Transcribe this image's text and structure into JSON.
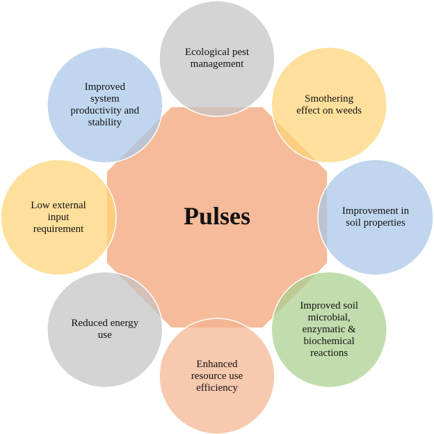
{
  "center": {
    "label": "Pulses",
    "color": "#f4b48f"
  },
  "benefits": [
    {
      "label": "Ecological pest\nmanagement",
      "color": "#c3c3c3"
    },
    {
      "label": "Smothering\neffect on weeds",
      "color": "#fdd476"
    },
    {
      "label": "Improvement in\nsoil properties",
      "color": "#a8c6e8"
    },
    {
      "label": "Improved soil\nmicrobial,\nenzymatic &\nbiochemical\nreactions",
      "color": "#a9d08e"
    },
    {
      "label": "Enhanced\nresource use\nefficiency",
      "color": "#f4b48f"
    },
    {
      "label": "Reduced energy\nuse",
      "color": "#c3c3c3"
    },
    {
      "label": "Low external\ninput\nrequirement",
      "color": "#fdd476"
    },
    {
      "label": "Improved\nsystem\nproductivity and\nstability",
      "color": "#a8c6e8"
    }
  ]
}
